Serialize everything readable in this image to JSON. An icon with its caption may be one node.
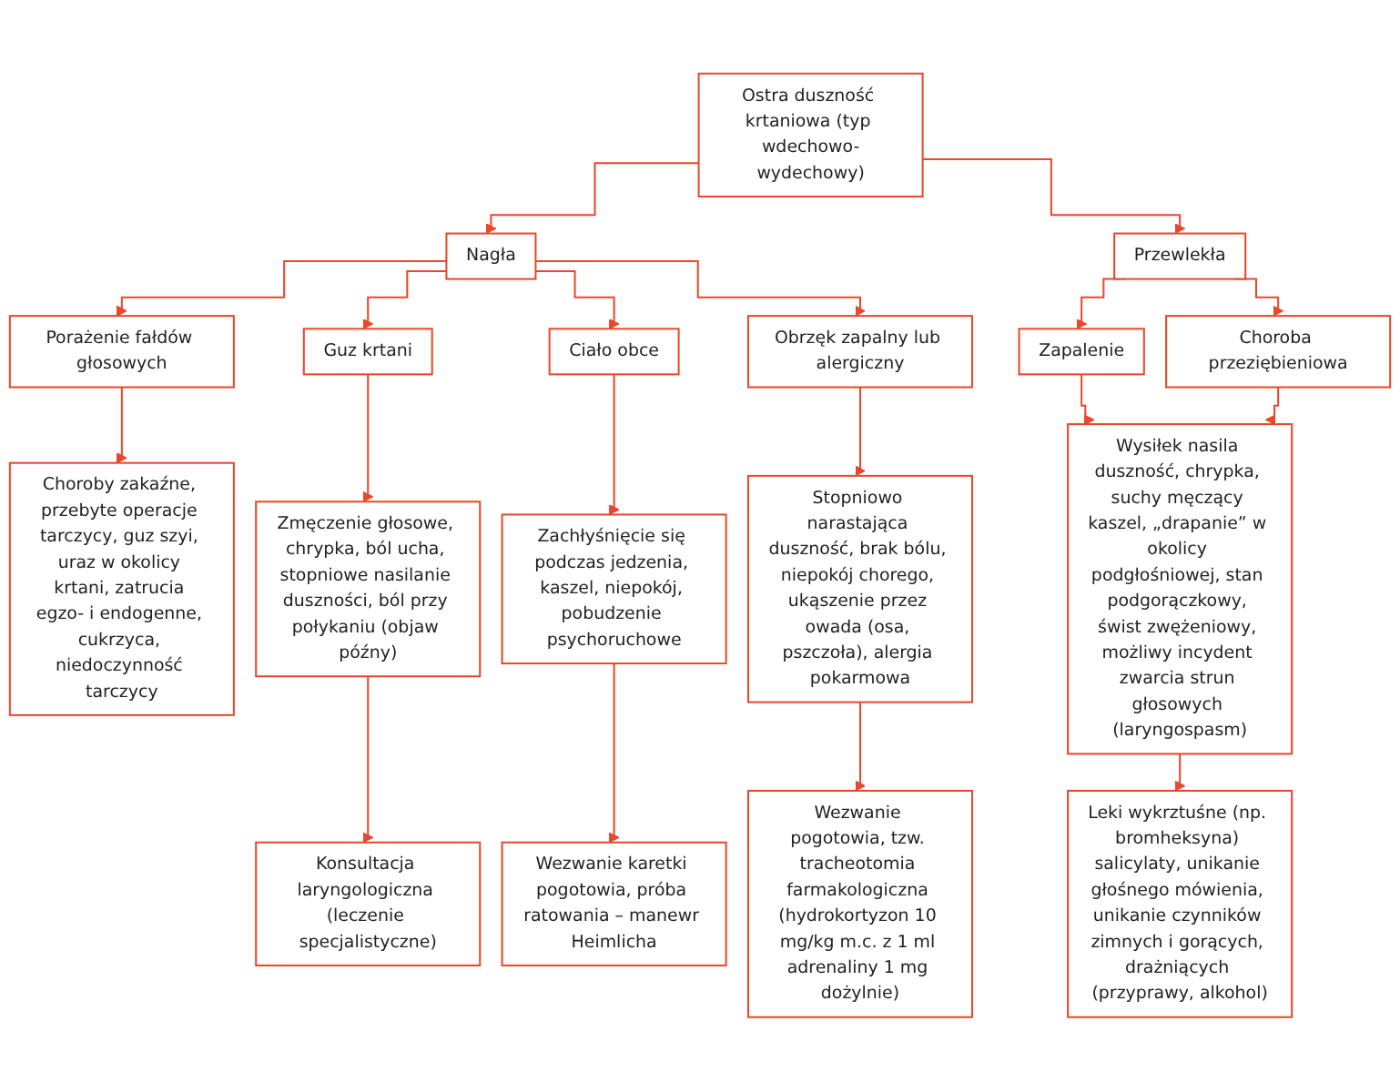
{
  "diagram": {
    "nodes": [
      {
        "text": [
          "Ostra duszność krtaniowa (typ wdechowo-wydechowy)"
        ]
      },
      {
        "text": [
          "Nagła"
        ]
      },
      {
        "text": [
          "Przewlekła"
        ]
      },
      {
        "text": [
          "Porażenie fałdów głosowych"
        ]
      },
      {
        "text": [
          "Guz krtani"
        ]
      },
      {
        "text": [
          "Ciało obce"
        ]
      },
      {
        "text": [
          "Obrzęk zapalny lub alergiczny"
        ]
      },
      {
        "text": [
          "Zapalenie"
        ]
      },
      {
        "text": [
          "Choroba przeziębieniowa"
        ]
      },
      {
        "text": [
          "Choroby zakaźne, przebyte operacje tarczycy, guz szyi, uraz w okolicy krtani, zatrucia egzo- i endogenne, cukrzyca, niedoczynność tarczycy"
        ]
      },
      {
        "text": [
          "Zmęczenie głosowe, chrypka, ból ucha, stopniowe nasilanie duszności, ból przy połykaniu (objaw późny)"
        ]
      },
      {
        "text": [
          "Zachłyśnięcie się podczas jedzenia, kaszel, niepokój, pobudzenie psychoruchowe"
        ]
      },
      {
        "text": [
          "Stopniowo narastająca duszność, brak bólu, niepokój chorego, ukąszenie przez owada (osa, pszczoła), alergia pokarmowa"
        ]
      },
      {
        "text": [
          "Wysiłek nasila duszność, chrypka, suchy męczący kaszel, „drapanie” w okolicy podgłośniowej, stan podgorączkowy, świst zwężeniowy, możliwy incydent zwarcia strun głosowych (laryngospasm)"
        ]
      },
      {
        "text": [
          "Konsultacja laryngologiczna (leczenie specjalistyczne)"
        ]
      },
      {
        "text": [
          "Wezwanie karetki pogotowia, próba ratowania – manewr Heimlicha"
        ]
      },
      {
        "text": [
          "Wezwanie pogotowia, tzw. tracheotomia farmakologiczna (hydrokortyzon 10 mg/kg m.c. z 1 ml adrenaliny 1 mg dożylnie)"
        ]
      },
      {
        "text": [
          "Leki wykrztuśne (np. bromheksyna) salicylaty, unikanie głośnego mówienia, unikanie czynników zimnych i gorących, drażniących (przyprawy, alkohol)"
        ]
      }
    ],
    "edges": [
      {
        "from": 0,
        "to": 1,
        "arrow": "to"
      },
      {
        "from": 0,
        "to": 2,
        "arrow": "to"
      },
      {
        "from": 1,
        "to": 3,
        "arrow": "to"
      },
      {
        "from": 1,
        "to": 4,
        "arrow": "to"
      },
      {
        "from": 1,
        "to": 5,
        "arrow": "to"
      },
      {
        "from": 1,
        "to": 6,
        "arrow": "to"
      },
      {
        "from": 2,
        "to": 7,
        "arrow": "to"
      },
      {
        "from": 2,
        "to": 8,
        "arrow": "to"
      },
      {
        "from": 3,
        "to": 9,
        "arrow": "to"
      },
      {
        "from": 4,
        "to": 10,
        "arrow": "to"
      },
      {
        "from": 5,
        "to": 11,
        "arrow": "to"
      },
      {
        "from": 6,
        "to": 12,
        "arrow": "to"
      },
      {
        "from": 7,
        "to": 13,
        "arrow": "to"
      },
      {
        "from": 8,
        "to": 13,
        "arrow": "to"
      },
      {
        "from": 10,
        "to": 14,
        "arrow": "to"
      },
      {
        "from": 11,
        "to": 15,
        "arrow": "to"
      },
      {
        "from": 12,
        "to": 16,
        "arrow": "to"
      },
      {
        "from": 13,
        "to": 17,
        "arrow": "to"
      }
    ]
  }
}
